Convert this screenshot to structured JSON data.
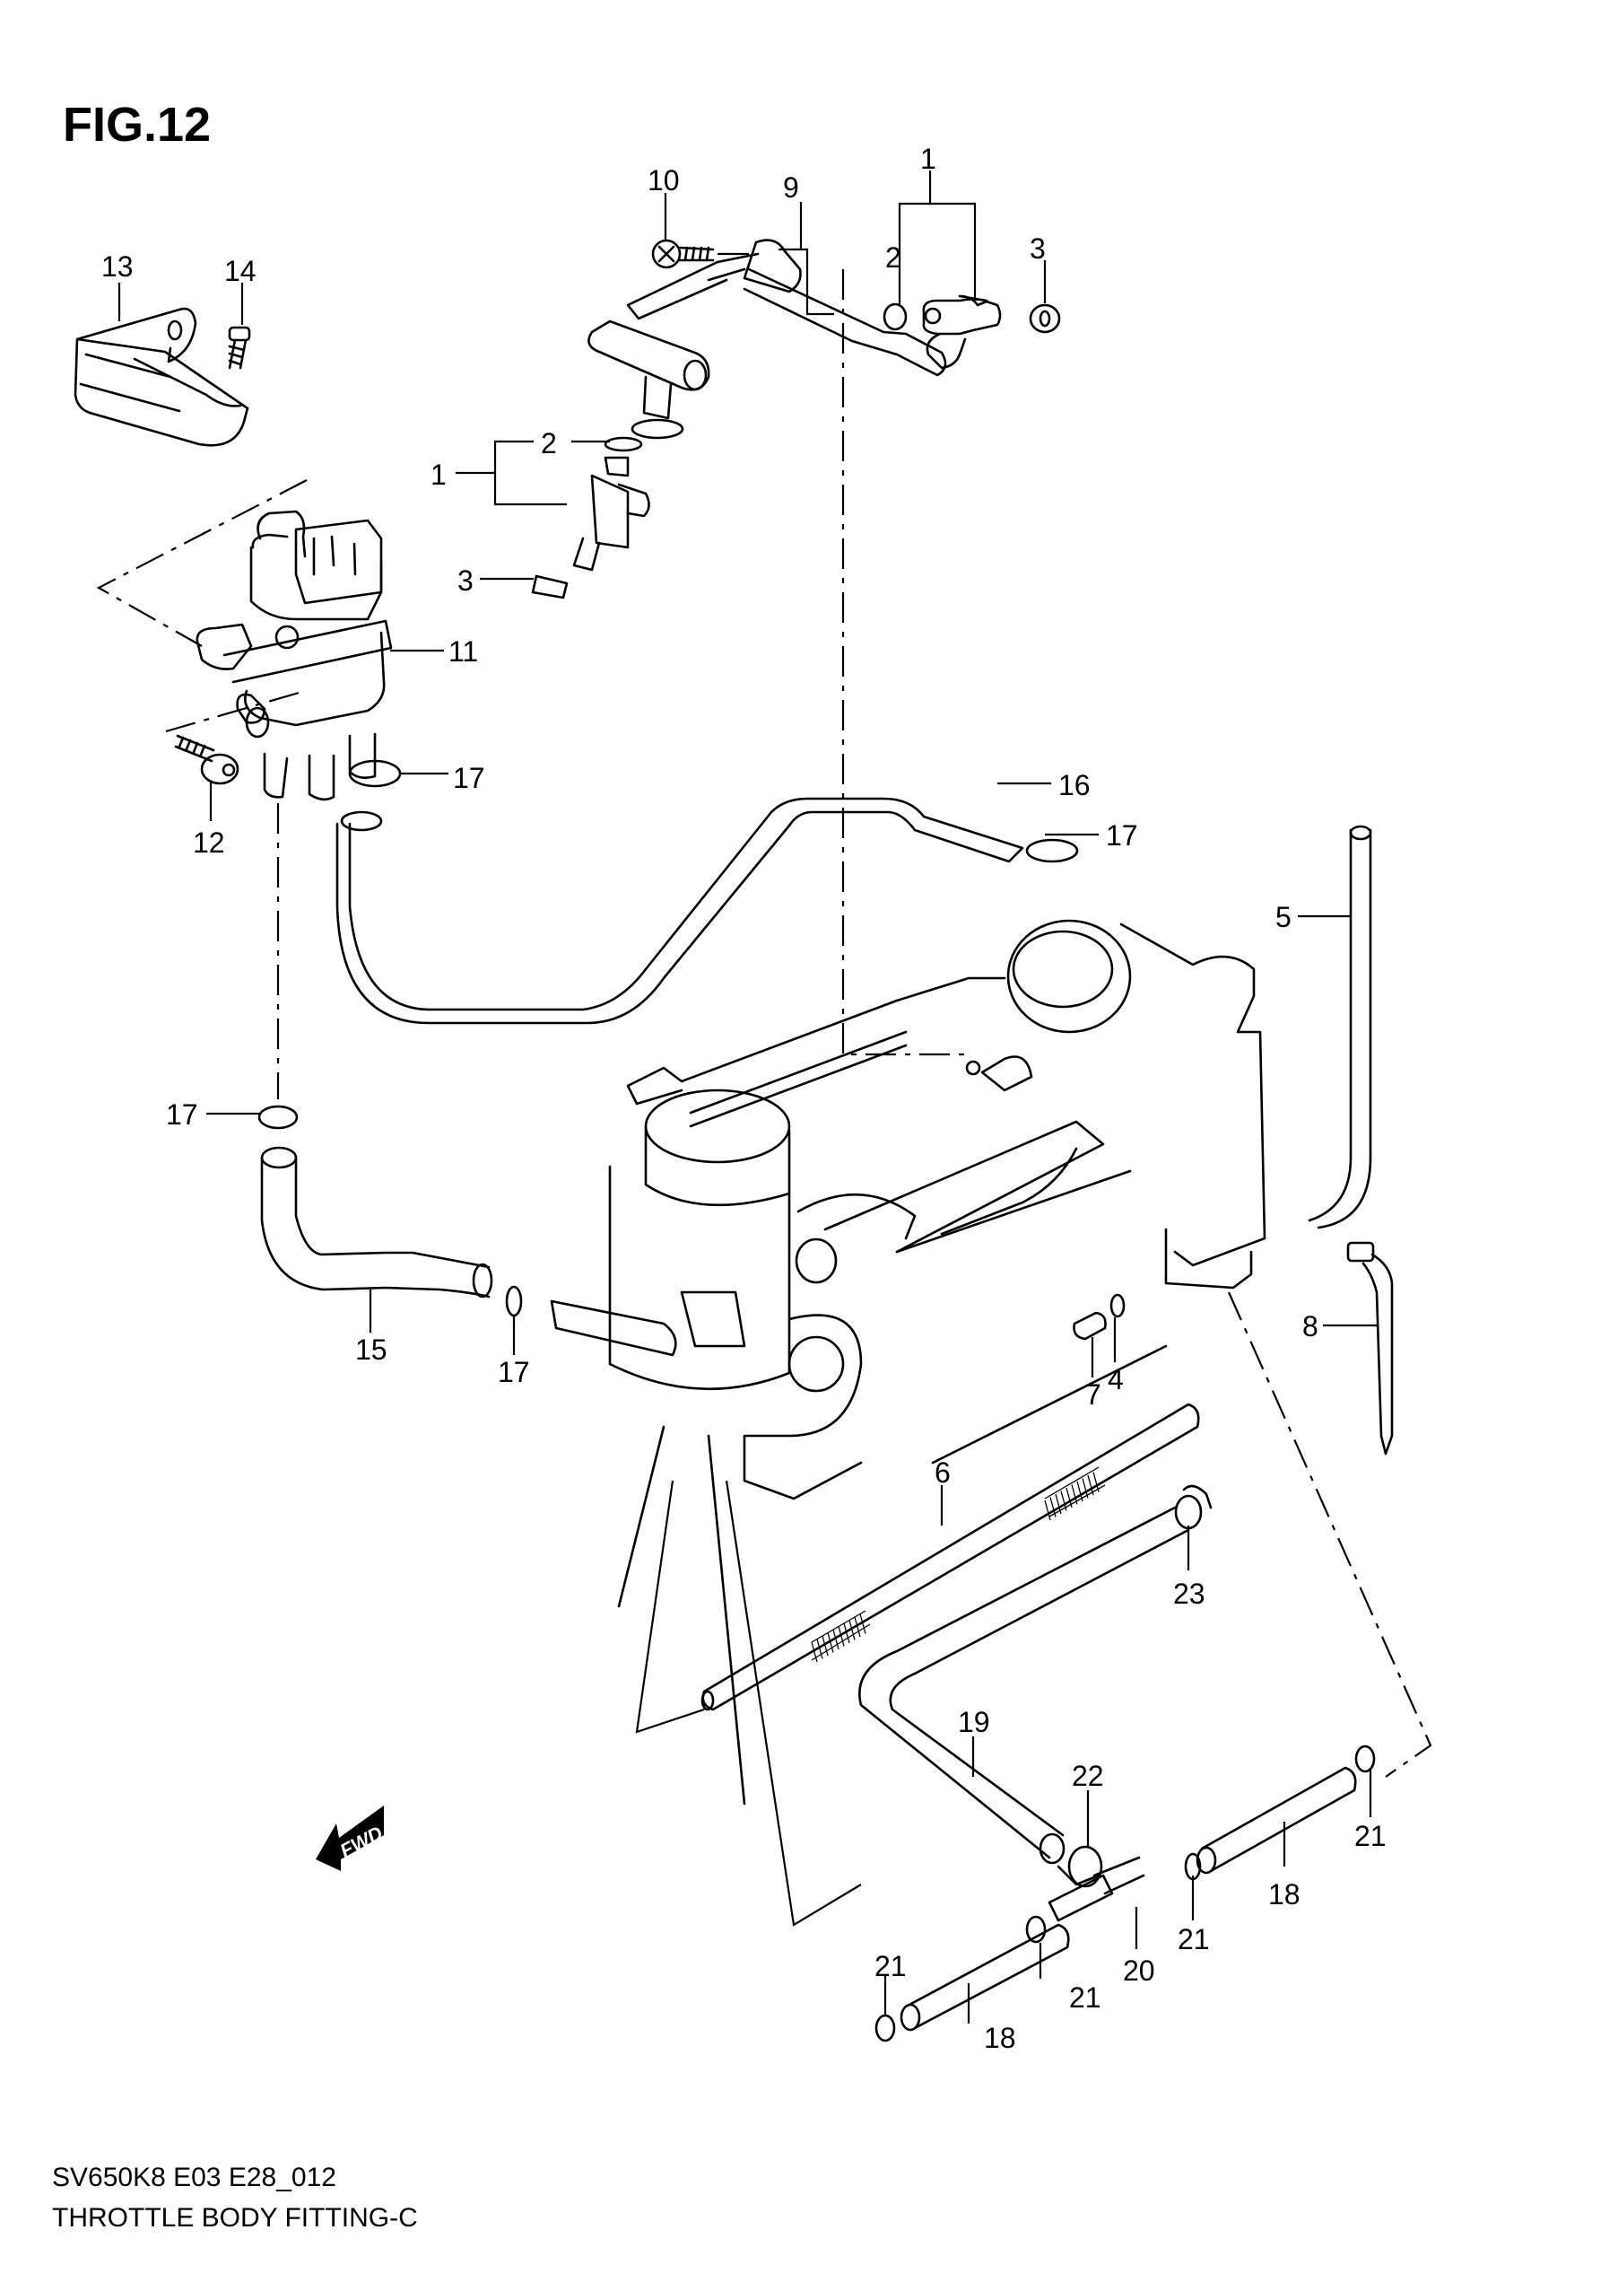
{
  "figure": {
    "title": "FIG.12",
    "model_code": "SV650K8 E03 E28_012",
    "section_title": "THROTTLE BODY FITTING-C",
    "fwd_label": "FWD"
  },
  "callouts": [
    {
      "ref": "1",
      "part": "fuel-injector-assembly-upper"
    },
    {
      "ref": "2",
      "part": "o-ring-upper"
    },
    {
      "ref": "3",
      "part": "cushion-seal-upper"
    },
    {
      "ref": "9",
      "part": "fuel-delivery-pipe"
    },
    {
      "ref": "10",
      "part": "screw"
    },
    {
      "ref": "13",
      "part": "bracket"
    },
    {
      "ref": "14",
      "part": "bolt-bracket"
    },
    {
      "ref": "1",
      "part": "fuel-injector-assembly-lower"
    },
    {
      "ref": "2",
      "part": "o-ring-lower"
    },
    {
      "ref": "3",
      "part": "cushion-seal-lower"
    },
    {
      "ref": "11",
      "part": "idle-air-control-valve"
    },
    {
      "ref": "12",
      "part": "bolt-valve"
    },
    {
      "ref": "17",
      "part": "clamp-valve"
    },
    {
      "ref": "16",
      "part": "hose-upper"
    },
    {
      "ref": "17",
      "part": "clamp-hose-16"
    },
    {
      "ref": "5",
      "part": "hose-vertical"
    },
    {
      "ref": "17",
      "part": "clamp-hose-15-top"
    },
    {
      "ref": "15",
      "part": "hose-lower"
    },
    {
      "ref": "17",
      "part": "clamp-hose-15-end"
    },
    {
      "ref": "7",
      "part": "cap"
    },
    {
      "ref": "4",
      "part": "clamp-cap"
    },
    {
      "ref": "8",
      "part": "cable-tie"
    },
    {
      "ref": "6",
      "part": "throttle-cable-hose"
    },
    {
      "ref": "23",
      "part": "hose-clamp"
    },
    {
      "ref": "19",
      "part": "hose-bent"
    },
    {
      "ref": "22",
      "part": "clip"
    },
    {
      "ref": "21",
      "part": "clip-right-top"
    },
    {
      "ref": "18",
      "part": "hose-right"
    },
    {
      "ref": "21",
      "part": "clip-right-mid"
    },
    {
      "ref": "20",
      "part": "t-joint"
    },
    {
      "ref": "21",
      "part": "clip-center"
    },
    {
      "ref": "18",
      "part": "hose-left"
    },
    {
      "ref": "21",
      "part": "clip-left"
    }
  ]
}
